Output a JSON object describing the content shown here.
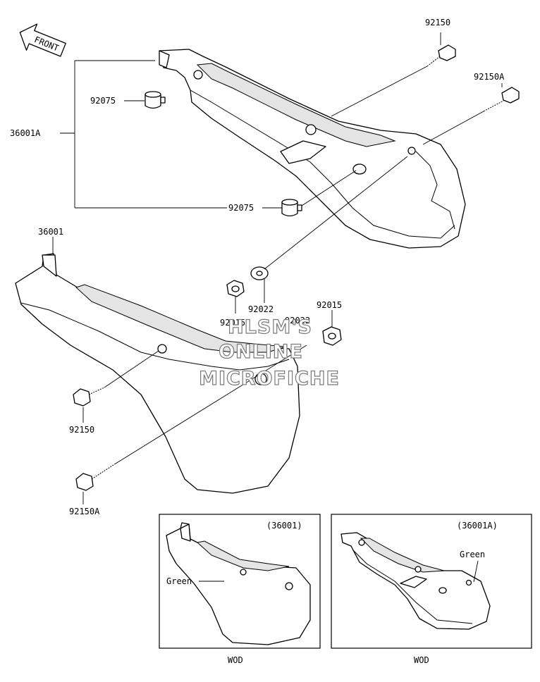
{
  "front_arrow": {
    "label": "FRONT"
  },
  "callouts": {
    "p92150_top": "92150",
    "p92150A_top": "92150A",
    "p92075_upper": "92075",
    "p36001A": "36001A",
    "p92075_lower": "92075",
    "p36001": "36001",
    "p92022_main": "92022",
    "p92015_left": "92015",
    "p92022_overlap": "92022",
    "p92015_right": "92015",
    "p92150_left": "92150",
    "p92150A_left": "92150A"
  },
  "insets": [
    {
      "part": "(36001)",
      "color_note": "Green",
      "variant": "WOD"
    },
    {
      "part": "(36001A)",
      "color_note": "Green",
      "variant": "WOD"
    }
  ],
  "watermark": [
    "HLSM'S",
    "ONLINE",
    "MICROFICHE"
  ]
}
